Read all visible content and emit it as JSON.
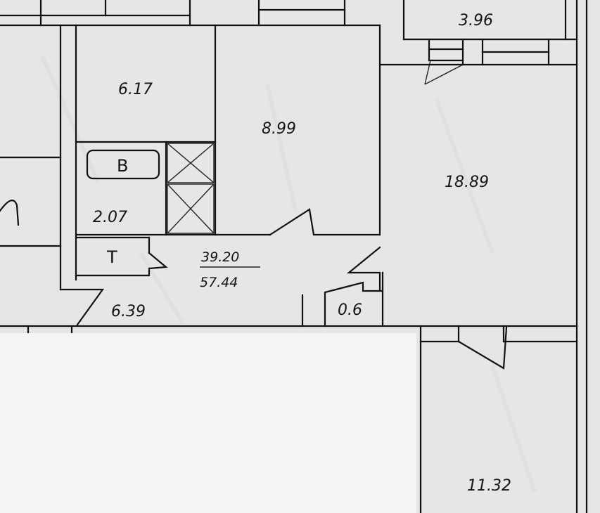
{
  "rooms": [
    {
      "id": "storage-top",
      "area": "3.96"
    },
    {
      "id": "room-left-top",
      "area": "6.17"
    },
    {
      "id": "kitchen",
      "area": "8.99"
    },
    {
      "id": "living",
      "area": "18.89"
    },
    {
      "id": "bathroom",
      "area": "2.07"
    },
    {
      "id": "hall",
      "area": "6.39"
    },
    {
      "id": "closet",
      "area": "0.6"
    },
    {
      "id": "bedroom",
      "area": "11.32"
    }
  ],
  "fixtures": {
    "bath": "B",
    "toilet": "T"
  },
  "totals": {
    "living_area": "39.20",
    "total_area": "57.44"
  },
  "colors": {
    "paper": "#e9e9e7",
    "ink": "#111111",
    "blank": "#f4f4f4"
  }
}
